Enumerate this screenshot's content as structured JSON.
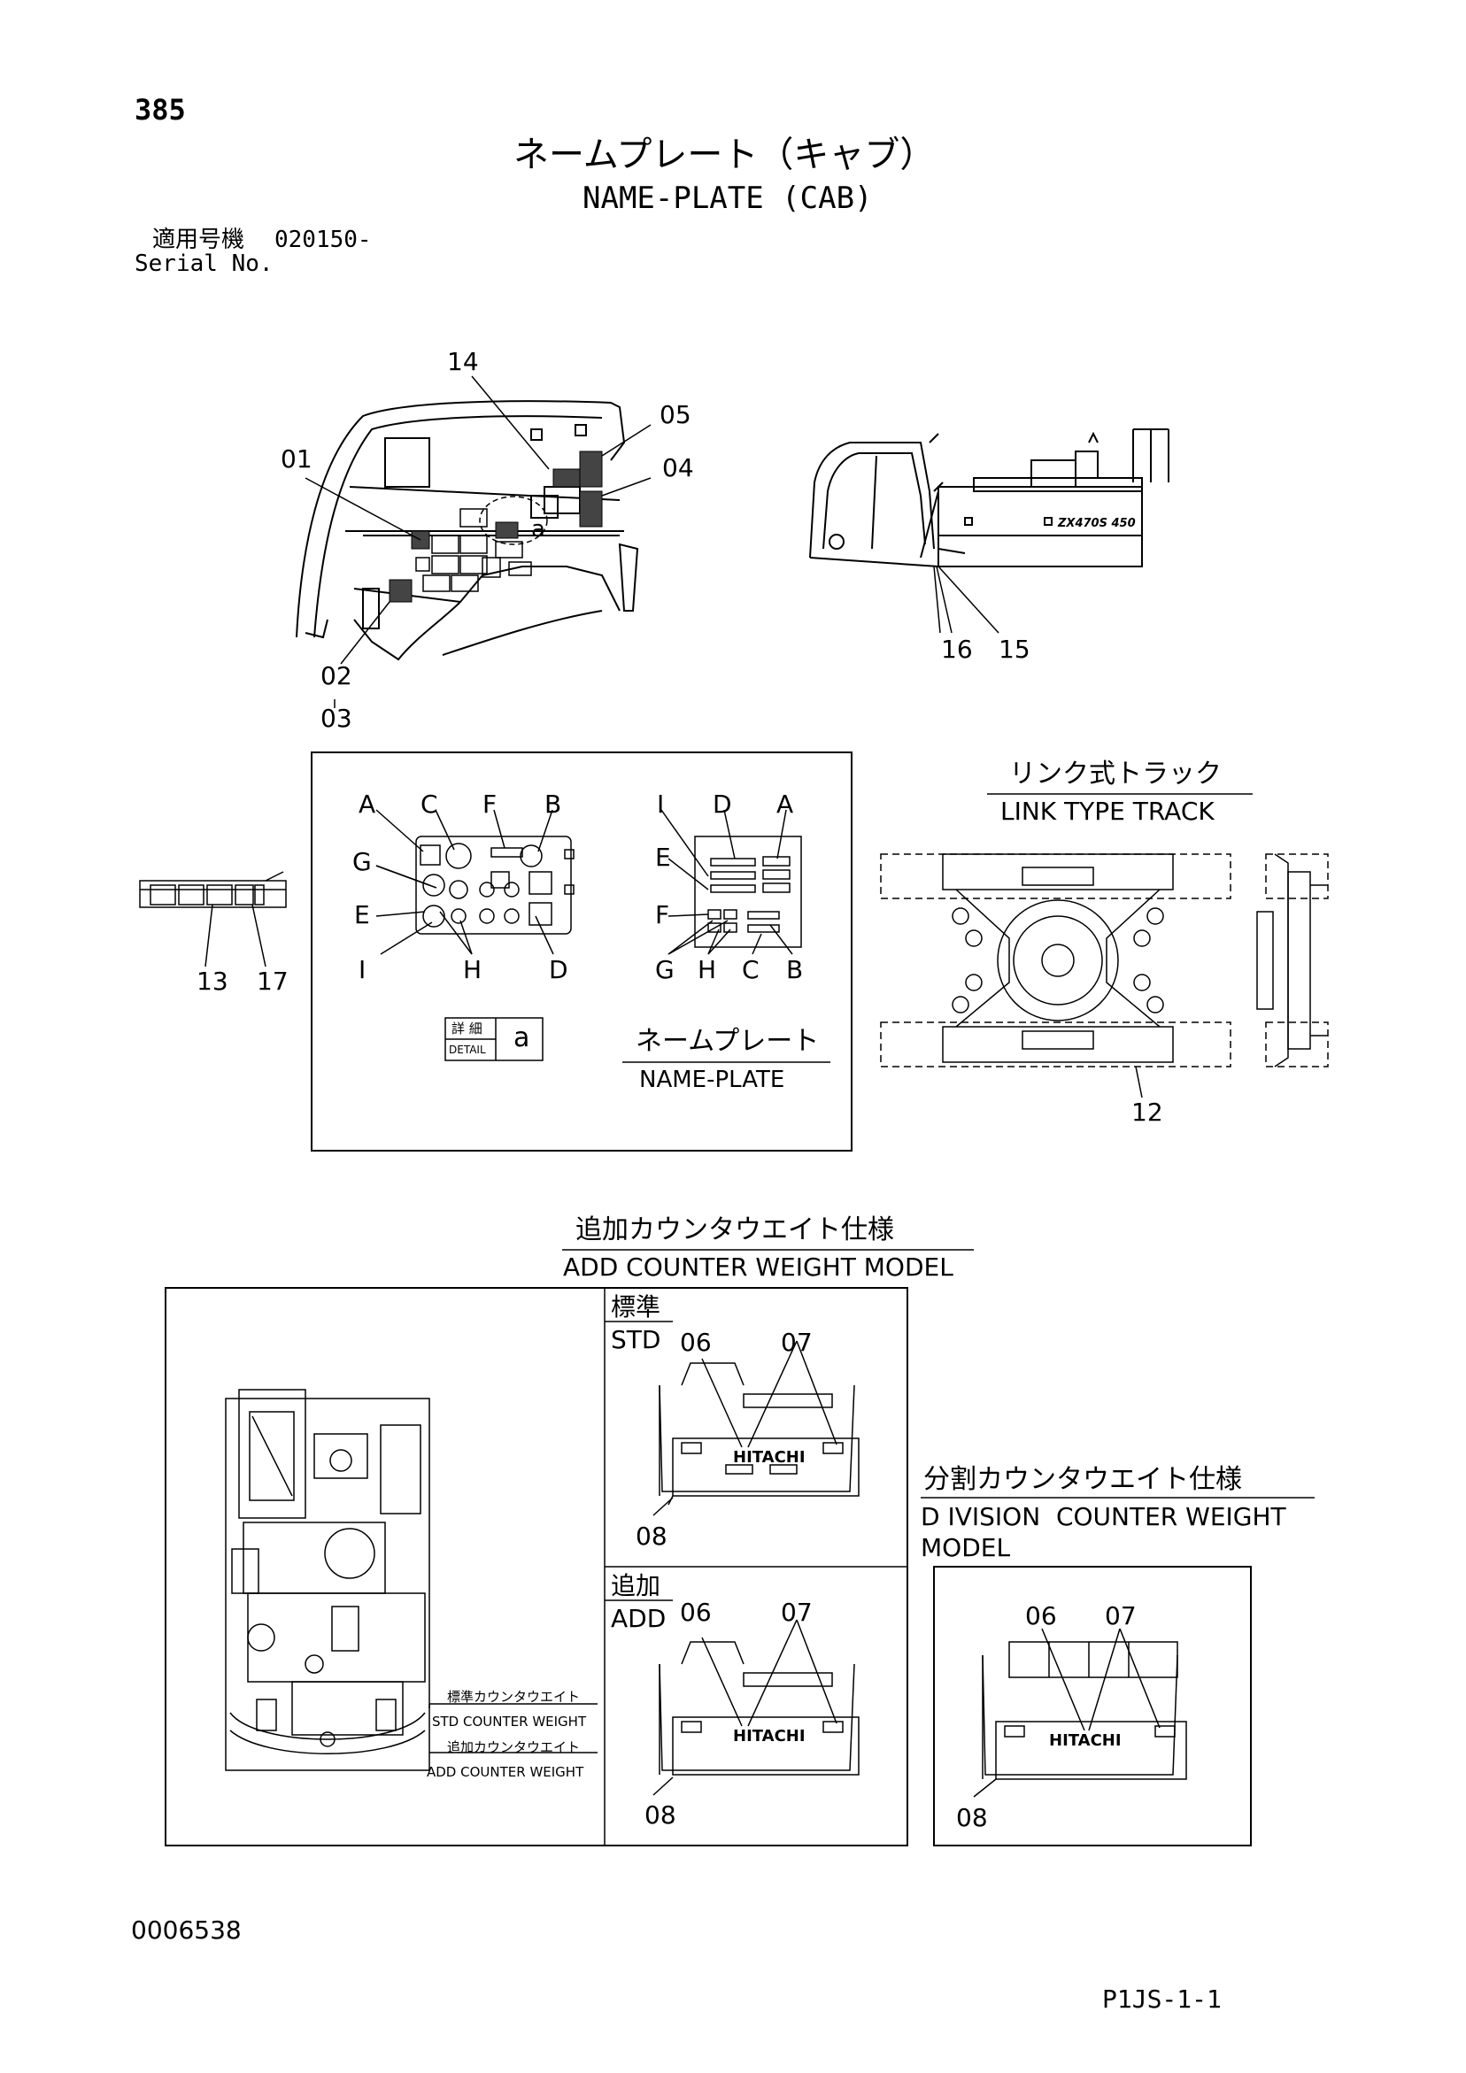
{
  "header": {
    "page_number": "385",
    "title_jp": "ネームプレート（キャブ）",
    "title_en": "NAME-PLATE (CAB)",
    "serial_label_jp": "適用号機",
    "serial_value": "020150-",
    "serial_label_en": "Serial No."
  },
  "callouts": {
    "c14": "14",
    "c05": "05",
    "c01": "01",
    "c04": "04",
    "c02": "02",
    "c03": "03",
    "c16": "16",
    "c15": "15",
    "c13": "13",
    "c17": "17",
    "c12": "12",
    "c_a": "a",
    "machine_model": "ZX470S 450"
  },
  "detail_panel": {
    "letters_left_top": [
      "A",
      "C",
      "F",
      "B"
    ],
    "letters_left_mid": [
      "G",
      "E"
    ],
    "letters_left_bottom": [
      "I",
      "H",
      "D"
    ],
    "letters_right_top": [
      "I",
      "D",
      "A"
    ],
    "letters_right_mid": [
      "E",
      "F"
    ],
    "letters_right_bottom": [
      "G",
      "H",
      "C",
      "B"
    ],
    "detail_box_jp": "詳 細",
    "detail_box_en": "DETAIL",
    "detail_box_letter": "a",
    "name_plate_jp": "ネームプレート",
    "name_plate_en": "NAME-PLATE"
  },
  "track": {
    "title_jp": "リンク式トラック",
    "title_en": "LINK TYPE TRACK"
  },
  "counterweight": {
    "title_jp": "追加カウンタウエイト仕様",
    "title_en": "ADD COUNTER WEIGHT MODEL",
    "std_jp": "標準",
    "std_en": "STD",
    "add_jp": "追加",
    "add_en": "ADD",
    "std_cw_jp": "標準カウンタウエイト",
    "std_cw_en": "STD COUNTER WEIGHT",
    "add_cw_jp": "追加カウンタウエイト",
    "add_cw_en": "ADD COUNTER WEIGHT",
    "div_title_jp": "分割カウンタウエイト仕様",
    "div_title_en_1": "D IVISION  COUNTER WEIGHT",
    "div_title_en_2": "MODEL",
    "brand": "HITACHI",
    "n06": "06",
    "n07": "07",
    "n08": "08"
  },
  "footer": {
    "doc_number": "0006538",
    "page_code": "P1JS-1-1"
  }
}
